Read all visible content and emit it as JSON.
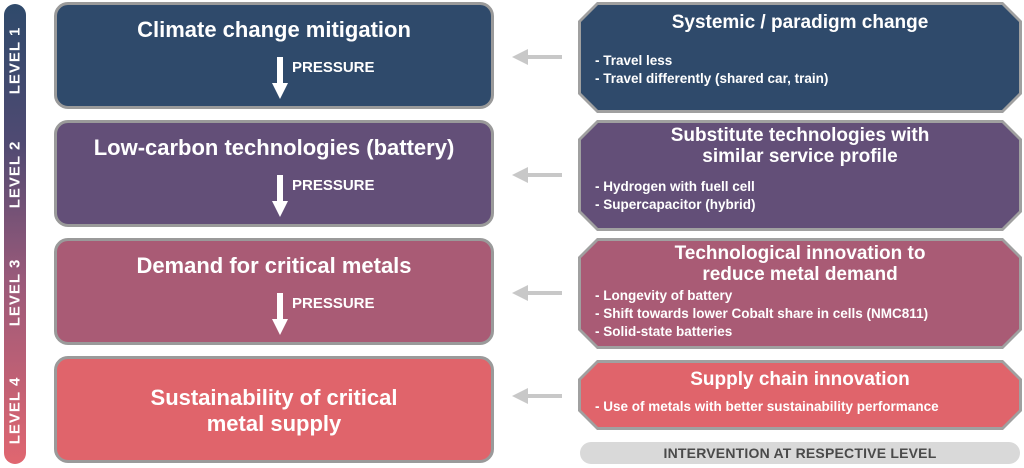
{
  "colors": {
    "level1": "#2f4a6b",
    "level2": "#634f78",
    "level3": "#a95b75",
    "level4": "#e0646b",
    "border": "#9a9a9a",
    "connector": "#c8c8c8",
    "footer_bg": "#d9d9d9"
  },
  "level_labels": [
    "LEVEL 1",
    "LEVEL 2",
    "LEVEL 3",
    "LEVEL 4"
  ],
  "levels": [
    {
      "title": "Climate change mitigation",
      "pressure": "PRESSURE",
      "intervention": {
        "title": "Systemic / paradigm change",
        "bullets": [
          "- Travel less",
          "- Travel differently (shared car, train)"
        ]
      }
    },
    {
      "title": "Low-carbon technologies (battery)",
      "pressure": "PRESSURE",
      "intervention": {
        "title_line1": "Substitute technologies with",
        "title_line2": "similar service profile",
        "bullets": [
          "- Hydrogen with fuell cell",
          "- Supercapacitor (hybrid)"
        ]
      }
    },
    {
      "title": "Demand for critical metals",
      "pressure": "PRESSURE",
      "intervention": {
        "title_line1": "Technological innovation to",
        "title_line2": "reduce metal demand",
        "bullets": [
          "- Longevity of battery",
          "- Shift towards lower Cobalt share in cells (NMC811)",
          "- Solid-state batteries"
        ]
      }
    },
    {
      "title_line1": "Sustainability of critical",
      "title_line2": "metal supply",
      "intervention": {
        "title": "Supply chain innovation",
        "bullets": [
          "- Use of metals with better sustainability performance"
        ]
      }
    }
  ],
  "footer": "INTERVENTION AT RESPECTIVE LEVEL"
}
